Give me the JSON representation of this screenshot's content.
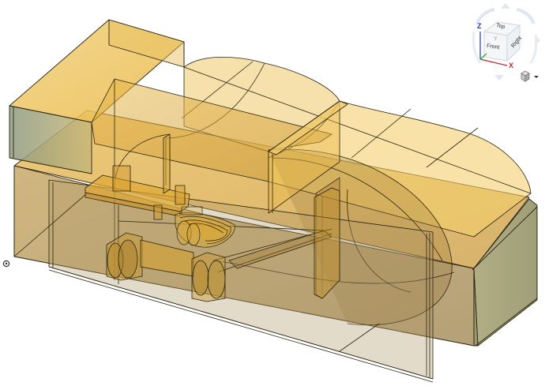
{
  "viewport": {
    "background": "#ffffff",
    "model": {
      "fill_color": "#e8b540",
      "fill_light": "#f0cf78",
      "side_color": "#9a9a6e",
      "edge_color": "#2a2410",
      "opacity": 0.55
    }
  },
  "view_cube": {
    "faces": {
      "top": "Top",
      "front": "Front",
      "right": "Right"
    },
    "axes": {
      "z": "Z",
      "x": "X",
      "y": "Y"
    },
    "axis_colors": {
      "z": "#2233cc",
      "x": "#cc2222",
      "y": "#22aa22"
    },
    "rotate_arrows": [
      "up",
      "down",
      "left",
      "right",
      "rotate-ccw",
      "rotate-cw"
    ]
  },
  "toolbar": {
    "display_mode_icon": "cube-shaded-icon",
    "display_mode_dropdown": "chevron-down-icon"
  },
  "origin": {
    "icon": "origin-icon"
  }
}
